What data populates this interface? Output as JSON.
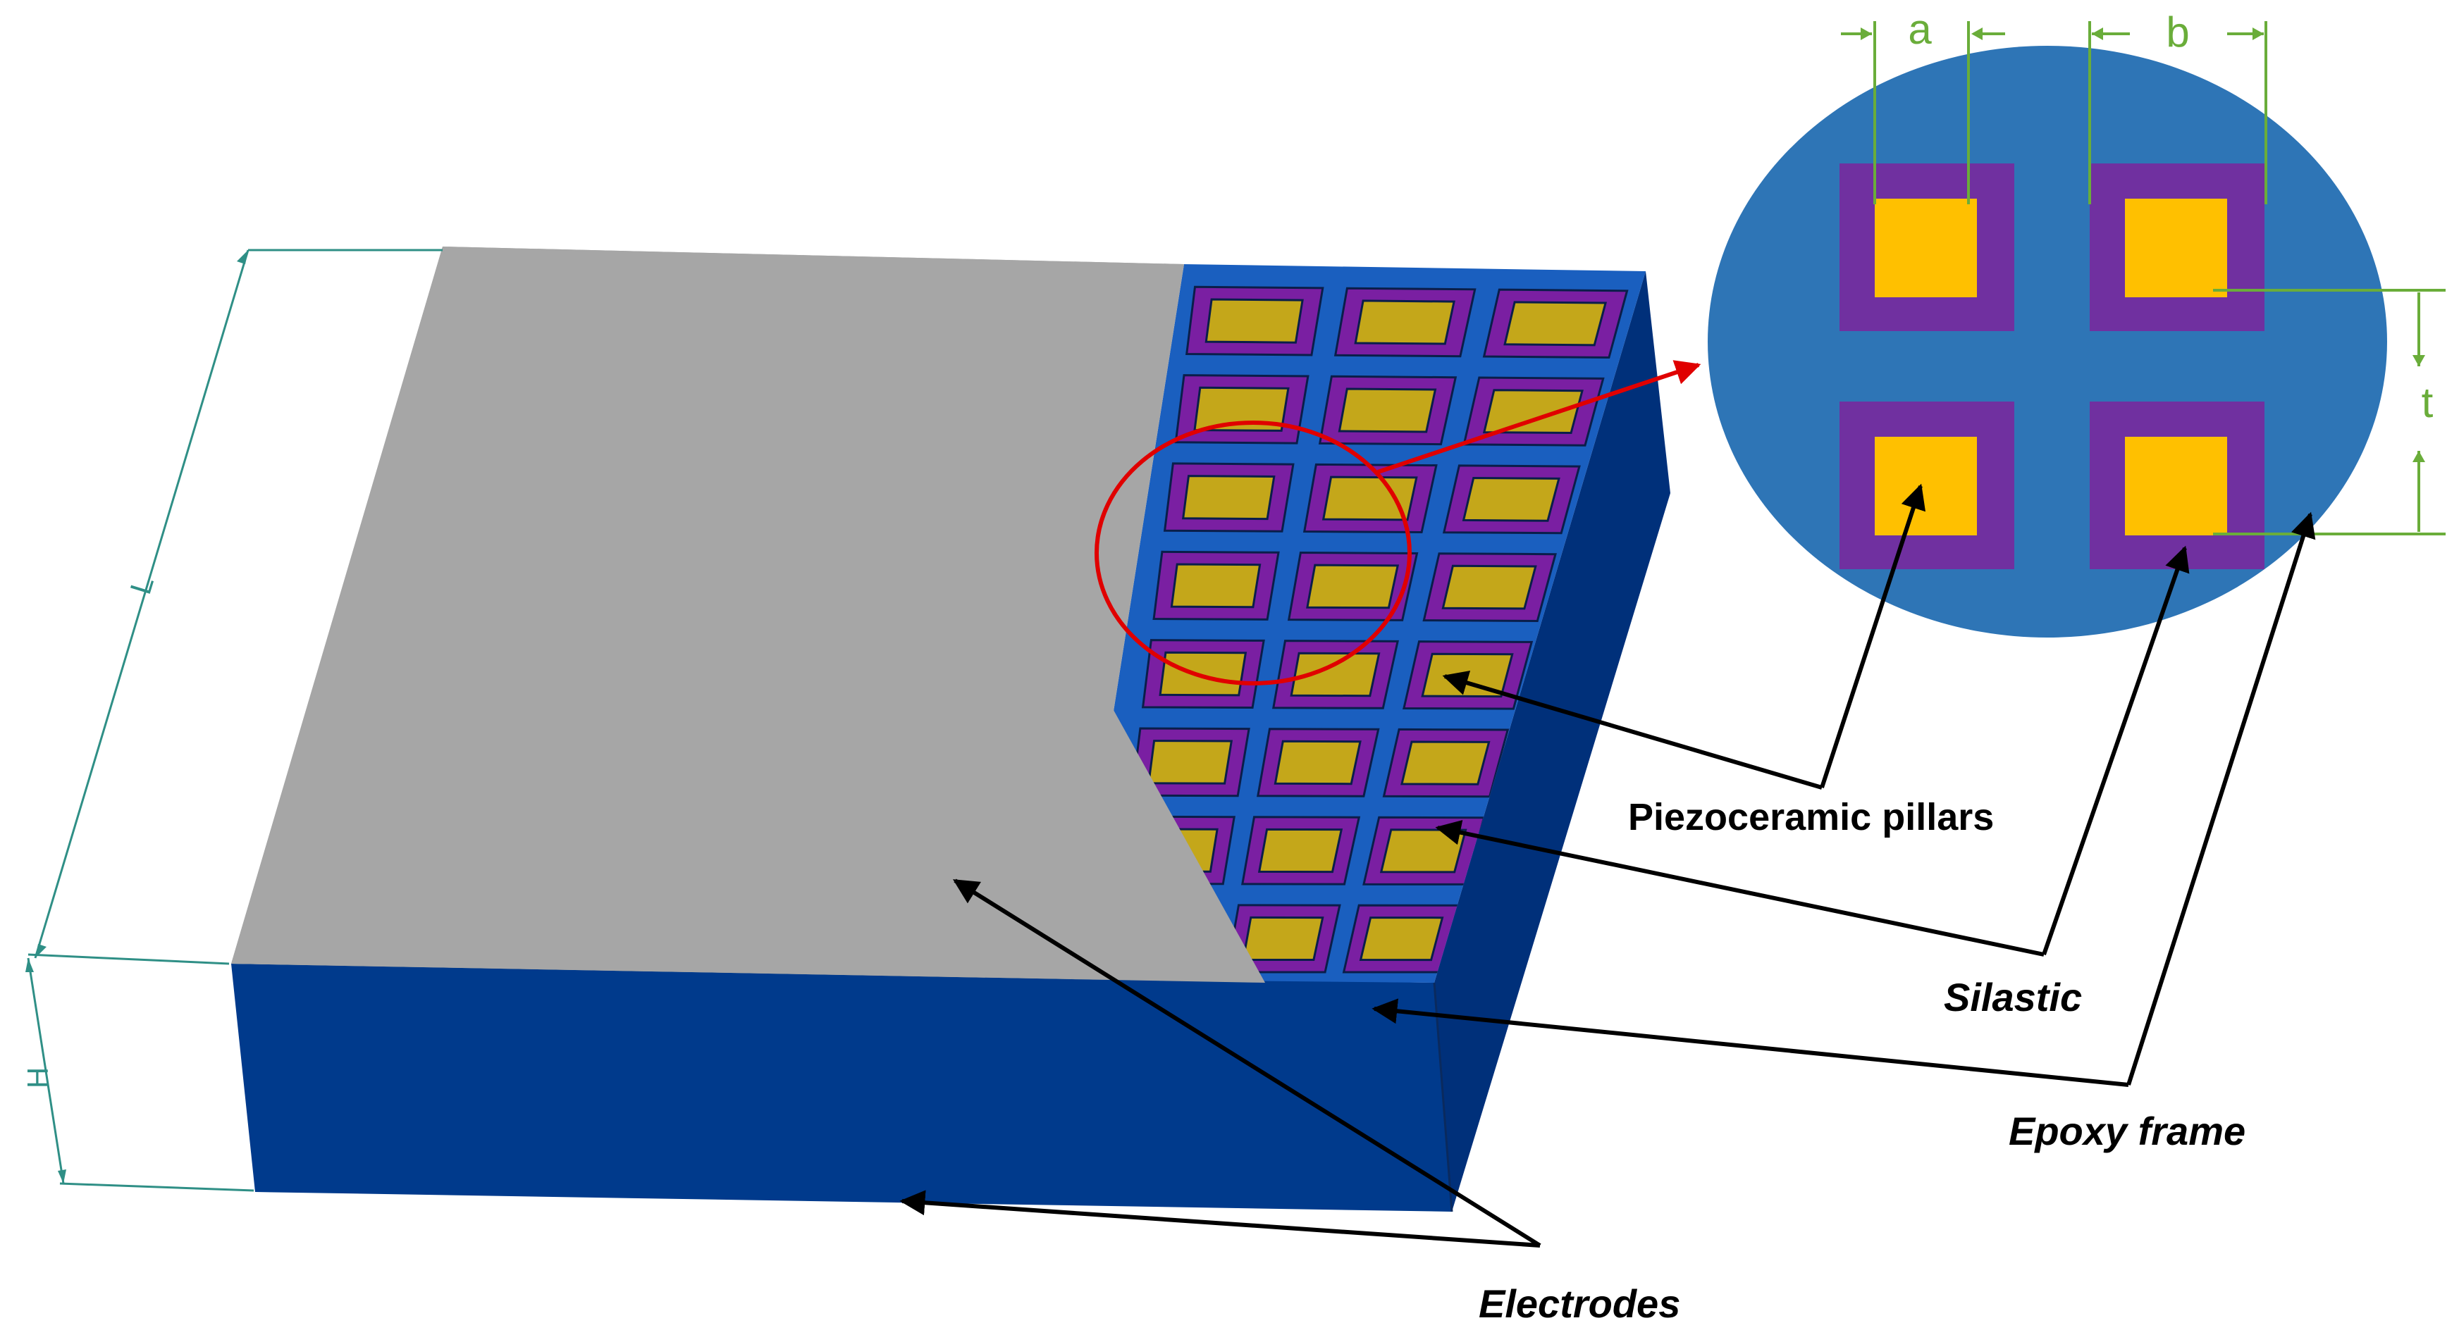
{
  "labels": {
    "piezoceramic_pillars": "Piezoceramic pillars",
    "silastic": "Silastic",
    "epoxy_frame": "Epoxy frame",
    "electrodes": "Electrodes"
  },
  "dimensions": {
    "length": "L",
    "height": "H",
    "a": "a",
    "b": "b",
    "t": "t"
  },
  "colors": {
    "electrode_gray": "#a6a6a6",
    "epoxy_front": "#003a8c",
    "epoxy_side": "#00307a",
    "epoxy_top": "#1a5fbf",
    "silastic_purple": "#7a1fa2",
    "pillar_yellow": "#c4a71a",
    "detail_epoxy": "#2e75b6",
    "detail_silastic": "#7030a0",
    "detail_pillar": "#ffc000",
    "highlight_red": "#e00000",
    "dimension_green": "#6aad3a",
    "dimension_teal": "#2f8f86"
  },
  "pillar_grid": {
    "rows": 8,
    "cols": 3
  }
}
